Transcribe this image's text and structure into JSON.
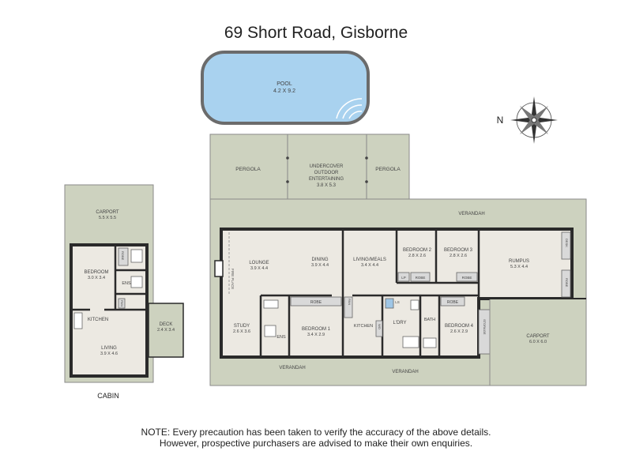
{
  "title": "69 Short Road, Gisborne",
  "compass": {
    "label": "N"
  },
  "pool": {
    "name": "POOL",
    "dims": "4.2 X 9.2"
  },
  "outdoor": {
    "pergola_left": "PERGOLA",
    "entertaining_l1": "UNDERCOVER",
    "entertaining_l2": "OUTDOOR",
    "entertaining_l3": "ENTERTAINING",
    "entertaining_dims": "3.8 X 5.3",
    "pergola_right": "PERGOLA"
  },
  "house": {
    "verandah_top": "VERANDAH",
    "verandah_bottom_left": "VERANDAH",
    "verandah_bottom_right": "VERANDAH",
    "fireplace": "FIRE PLACE",
    "rooms": [
      {
        "key": "lounge",
        "name": "LOUNGE",
        "dims": "3.9 X 4.4"
      },
      {
        "key": "dining",
        "name": "DINING",
        "dims": "3.9 X 4.4"
      },
      {
        "key": "living_meals",
        "name": "LIVING/MEALS",
        "dims": "3.4 X 4.4"
      },
      {
        "key": "bedroom2",
        "name": "BEDROOM 2",
        "dims": "2.8 X 2.6"
      },
      {
        "key": "bedroom3",
        "name": "BEDROOM 3",
        "dims": "2.8 X 2.6"
      },
      {
        "key": "rumpus",
        "name": "RUMPUS",
        "dims": "5.3 X 4.4"
      },
      {
        "key": "study",
        "name": "STUDY",
        "dims": "2.6 X 3.6"
      },
      {
        "key": "bedroom1",
        "name": "BEDROOM 1",
        "dims": "3.4 X 2.9"
      },
      {
        "key": "bedroom4",
        "name": "BEDROOM 4",
        "dims": "2.6 X 2.9"
      },
      {
        "key": "carport_house",
        "name": "CARPORT",
        "dims": "6.0 X 6.0"
      }
    ],
    "small_labels": {
      "ens": "ENS",
      "kitchen": "KITCHEN",
      "ldry": "L'DRY",
      "bath": "BATH",
      "robe_b1": "ROBE",
      "robe_b4": "ROBE",
      "robe_b2": "ROBE",
      "robe_b3": "ROBE",
      "lp": "LP",
      "pan": "PAN",
      "desk": "DESK",
      "robe_rumpus": "ROBE",
      "storage": "STORAGE",
      "wo": "WO",
      "ls": "LS"
    }
  },
  "cabin": {
    "name": "CABIN",
    "carport": {
      "name": "CARPORT",
      "dims": "5.5 X 5.5"
    },
    "bedroom": {
      "name": "BEDROOM",
      "dims": "3.0 X 3.4"
    },
    "ens": "ENS",
    "robe": "ROBE",
    "pan": "PAN",
    "kitchen": "KITCHEN",
    "living": {
      "name": "LIVING",
      "dims": "3.9 X 4.6"
    },
    "deck": {
      "name": "DECK",
      "dims": "2.4 X 3.4"
    }
  },
  "note": {
    "line1": "NOTE: Every precaution has been taken to verify the accuracy of the above details.",
    "line2": "However, prospective purchasers are advised to make their own enquiries."
  },
  "colors": {
    "floor": "#ece9e2",
    "outdoor": "#cdd2bf",
    "pool": "#a9d2ef",
    "wall": "#2a2a2a",
    "fixture": "#d9d9d9"
  }
}
